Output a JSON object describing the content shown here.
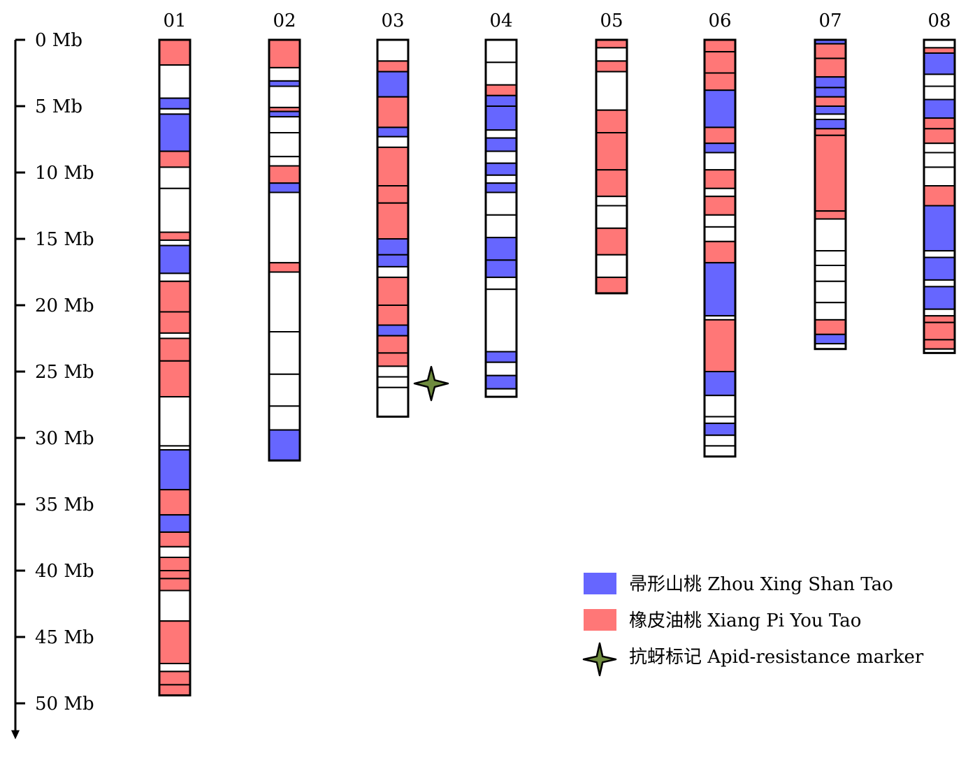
{
  "chart_data": {
    "type": "chromosome-map",
    "axis": {
      "ticks": [
        {
          "value": 0,
          "label": "0 Mb"
        },
        {
          "value": 5,
          "label": "5 Mb"
        },
        {
          "value": 10,
          "label": "10 Mb"
        },
        {
          "value": 15,
          "label": "15 Mb"
        },
        {
          "value": 20,
          "label": "20 Mb"
        },
        {
          "value": 25,
          "label": "25 Mb"
        },
        {
          "value": 30,
          "label": "30 Mb"
        },
        {
          "value": 35,
          "label": "35 Mb"
        },
        {
          "value": 40,
          "label": "40 Mb"
        },
        {
          "value": 45,
          "label": "45 Mb"
        },
        {
          "value": 50,
          "label": "50 Mb"
        }
      ],
      "range_mb": [
        0,
        52.5
      ]
    },
    "colors": {
      "Z": "#6666ff",
      "X": "#ff7777",
      "W": "#ffffff",
      "marker": "#6e8b3d"
    },
    "legend": [
      {
        "key": "Z",
        "label": "帚形山桃 Zhou Xing Shan Tao"
      },
      {
        "key": "X",
        "label": "橡皮油桃 Xiang Pi You Tao"
      },
      {
        "key": "marker",
        "label": "抗蚜标记 Apid-resistance marker"
      }
    ],
    "chromosomes": [
      {
        "name": "01",
        "length": 49.4,
        "segments": [
          [
            "X",
            0,
            1.9
          ],
          [
            "W",
            1.9,
            4.4
          ],
          [
            "Z",
            4.4,
            5.2
          ],
          [
            "W",
            5.2,
            5.6
          ],
          [
            "Z",
            5.6,
            8.4
          ],
          [
            "X",
            8.4,
            9.6
          ],
          [
            "W",
            9.6,
            11.2
          ],
          [
            "W",
            11.2,
            14.5
          ],
          [
            "X",
            14.5,
            15.1
          ],
          [
            "W",
            15.1,
            15.5
          ],
          [
            "Z",
            15.5,
            17.6
          ],
          [
            "W",
            17.6,
            18.2
          ],
          [
            "X",
            18.2,
            20.5
          ],
          [
            "X",
            20.5,
            22.1
          ],
          [
            "W",
            22.1,
            22.5
          ],
          [
            "X",
            22.5,
            24.2
          ],
          [
            "X",
            24.2,
            26.9
          ],
          [
            "W",
            26.9,
            30.6
          ],
          [
            "W",
            30.6,
            30.9
          ],
          [
            "Z",
            30.9,
            33.9
          ],
          [
            "X",
            33.9,
            35.8
          ],
          [
            "Z",
            35.8,
            37.1
          ],
          [
            "X",
            37.1,
            38.2
          ],
          [
            "W",
            38.2,
            39.0
          ],
          [
            "X",
            39.0,
            40.0
          ],
          [
            "X",
            40.0,
            40.6
          ],
          [
            "X",
            40.6,
            41.5
          ],
          [
            "W",
            41.5,
            43.8
          ],
          [
            "X",
            43.8,
            47.0
          ],
          [
            "W",
            47.0,
            47.6
          ],
          [
            "X",
            47.6,
            48.6
          ],
          [
            "X",
            48.6,
            49.4
          ]
        ]
      },
      {
        "name": "02",
        "length": 31.7,
        "segments": [
          [
            "X",
            0,
            2.1
          ],
          [
            "W",
            2.1,
            3.1
          ],
          [
            "Z",
            3.1,
            3.5
          ],
          [
            "W",
            3.5,
            5.1
          ],
          [
            "X",
            5.1,
            5.4
          ],
          [
            "Z",
            5.4,
            5.8
          ],
          [
            "W",
            5.8,
            7.0
          ],
          [
            "W",
            7.0,
            8.8
          ],
          [
            "W",
            8.8,
            9.5
          ],
          [
            "X",
            9.5,
            10.8
          ],
          [
            "Z",
            10.8,
            11.5
          ],
          [
            "W",
            11.5,
            16.8
          ],
          [
            "X",
            16.8,
            17.5
          ],
          [
            "W",
            17.5,
            22.0
          ],
          [
            "W",
            22.0,
            25.2
          ],
          [
            "W",
            25.2,
            27.6
          ],
          [
            "W",
            27.6,
            29.4
          ],
          [
            "Z",
            29.4,
            31.7
          ]
        ]
      },
      {
        "name": "03",
        "length": 28.4,
        "segments": [
          [
            "W",
            0,
            1.6
          ],
          [
            "X",
            1.6,
            2.4
          ],
          [
            "Z",
            2.4,
            4.3
          ],
          [
            "X",
            4.3,
            6.6
          ],
          [
            "Z",
            6.6,
            7.3
          ],
          [
            "W",
            7.3,
            8.1
          ],
          [
            "X",
            8.1,
            11.0
          ],
          [
            "X",
            11.0,
            12.3
          ],
          [
            "X",
            12.3,
            15.0
          ],
          [
            "Z",
            15.0,
            16.2
          ],
          [
            "Z",
            16.2,
            17.1
          ],
          [
            "W",
            17.1,
            17.9
          ],
          [
            "X",
            17.9,
            20.0
          ],
          [
            "X",
            20.0,
            21.5
          ],
          [
            "Z",
            21.5,
            22.3
          ],
          [
            "X",
            22.3,
            23.6
          ],
          [
            "X",
            23.6,
            24.6
          ],
          [
            "W",
            24.6,
            25.4
          ],
          [
            "W",
            25.4,
            26.2
          ],
          [
            "W",
            26.2,
            28.4
          ]
        ]
      },
      {
        "name": "04",
        "length": 26.9,
        "segments": [
          [
            "W",
            0,
            1.7
          ],
          [
            "W",
            1.7,
            3.4
          ],
          [
            "X",
            3.4,
            4.2
          ],
          [
            "Z",
            4.2,
            5.0
          ],
          [
            "Z",
            5.0,
            6.8
          ],
          [
            "W",
            6.8,
            7.4
          ],
          [
            "Z",
            7.4,
            8.4
          ],
          [
            "W",
            8.4,
            9.3
          ],
          [
            "Z",
            9.3,
            10.2
          ],
          [
            "W",
            10.2,
            10.8
          ],
          [
            "Z",
            10.8,
            11.5
          ],
          [
            "W",
            11.5,
            13.2
          ],
          [
            "W",
            13.2,
            14.9
          ],
          [
            "Z",
            14.9,
            16.6
          ],
          [
            "Z",
            16.6,
            17.9
          ],
          [
            "W",
            17.9,
            18.8
          ],
          [
            "W",
            18.8,
            23.5
          ],
          [
            "Z",
            23.5,
            24.3
          ],
          [
            "W",
            24.3,
            25.3
          ],
          [
            "Z",
            25.3,
            26.3
          ],
          [
            "W",
            26.3,
            26.9
          ]
        ]
      },
      {
        "name": "05",
        "length": 19.1,
        "segments": [
          [
            "X",
            0,
            0.6
          ],
          [
            "W",
            0.6,
            1.6
          ],
          [
            "X",
            1.6,
            2.4
          ],
          [
            "W",
            2.4,
            5.3
          ],
          [
            "X",
            5.3,
            7.0
          ],
          [
            "X",
            7.0,
            9.8
          ],
          [
            "X",
            9.8,
            11.8
          ],
          [
            "W",
            11.8,
            12.5
          ],
          [
            "W",
            12.5,
            14.2
          ],
          [
            "X",
            14.2,
            16.2
          ],
          [
            "W",
            16.2,
            17.9
          ],
          [
            "X",
            17.9,
            19.1
          ]
        ]
      },
      {
        "name": "06",
        "length": 31.4,
        "segments": [
          [
            "X",
            0,
            0.9
          ],
          [
            "X",
            0.9,
            2.5
          ],
          [
            "X",
            2.5,
            3.8
          ],
          [
            "Z",
            3.8,
            6.6
          ],
          [
            "X",
            6.6,
            7.8
          ],
          [
            "Z",
            7.8,
            8.5
          ],
          [
            "W",
            8.5,
            9.8
          ],
          [
            "X",
            9.8,
            11.2
          ],
          [
            "W",
            11.2,
            11.8
          ],
          [
            "X",
            11.8,
            13.2
          ],
          [
            "W",
            13.2,
            14.1
          ],
          [
            "W",
            14.1,
            15.2
          ],
          [
            "X",
            15.2,
            16.8
          ],
          [
            "Z",
            16.8,
            20.8
          ],
          [
            "W",
            20.8,
            21.1
          ],
          [
            "X",
            21.1,
            25.0
          ],
          [
            "Z",
            25.0,
            26.8
          ],
          [
            "W",
            26.8,
            28.4
          ],
          [
            "W",
            28.4,
            28.9
          ],
          [
            "Z",
            28.9,
            29.8
          ],
          [
            "W",
            29.8,
            30.6
          ],
          [
            "W",
            30.6,
            31.4
          ]
        ]
      },
      {
        "name": "07",
        "length": 23.3,
        "segments": [
          [
            "Z",
            0,
            0.3
          ],
          [
            "X",
            0.3,
            1.4
          ],
          [
            "X",
            1.4,
            2.8
          ],
          [
            "Z",
            2.8,
            3.6
          ],
          [
            "Z",
            3.6,
            4.3
          ],
          [
            "X",
            4.3,
            5.0
          ],
          [
            "Z",
            5.0,
            5.6
          ],
          [
            "W",
            5.6,
            6.0
          ],
          [
            "Z",
            6.0,
            6.7
          ],
          [
            "X",
            6.7,
            7.2
          ],
          [
            "X",
            7.2,
            12.9
          ],
          [
            "X",
            12.9,
            13.5
          ],
          [
            "W",
            13.5,
            15.9
          ],
          [
            "W",
            15.9,
            17.0
          ],
          [
            "W",
            17.0,
            18.2
          ],
          [
            "W",
            18.2,
            19.8
          ],
          [
            "W",
            19.8,
            21.1
          ],
          [
            "X",
            21.1,
            22.2
          ],
          [
            "Z",
            22.2,
            22.9
          ],
          [
            "W",
            22.9,
            23.3
          ]
        ]
      },
      {
        "name": "08",
        "length": 23.6,
        "segments": [
          [
            "W",
            0,
            0.6
          ],
          [
            "X",
            0.6,
            1.0
          ],
          [
            "Z",
            1.0,
            2.6
          ],
          [
            "W",
            2.6,
            3.5
          ],
          [
            "W",
            3.5,
            4.5
          ],
          [
            "Z",
            4.5,
            5.9
          ],
          [
            "X",
            5.9,
            6.7
          ],
          [
            "X",
            6.7,
            7.8
          ],
          [
            "W",
            7.8,
            8.5
          ],
          [
            "W",
            8.5,
            9.6
          ],
          [
            "W",
            9.6,
            11.0
          ],
          [
            "X",
            11.0,
            12.5
          ],
          [
            "Z",
            12.5,
            15.9
          ],
          [
            "W",
            15.9,
            16.4
          ],
          [
            "Z",
            16.4,
            18.1
          ],
          [
            "W",
            18.1,
            18.6
          ],
          [
            "Z",
            18.6,
            20.3
          ],
          [
            "W",
            20.3,
            20.8
          ],
          [
            "X",
            20.8,
            21.3
          ],
          [
            "X",
            21.3,
            22.6
          ],
          [
            "X",
            22.6,
            23.3
          ],
          [
            "W",
            23.3,
            23.6
          ]
        ]
      }
    ],
    "markers": [
      {
        "chromosome": "03",
        "position": 25.9,
        "label": "抗蚜标记"
      }
    ]
  }
}
